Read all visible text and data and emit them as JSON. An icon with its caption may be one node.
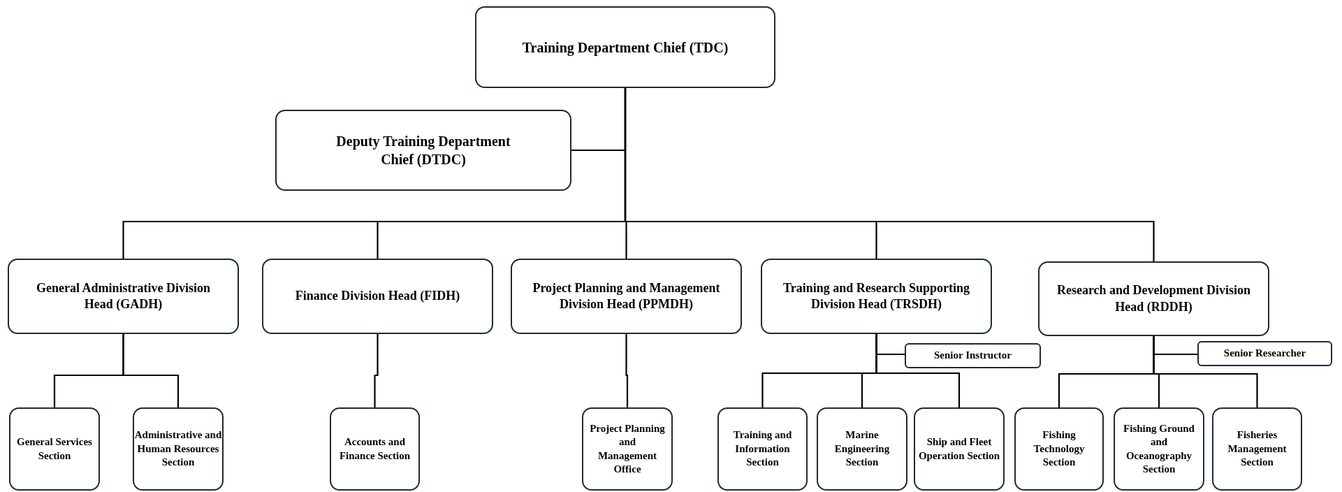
{
  "diagram": {
    "nodes": [
      {
        "text": [
          "Training Department Chief (TDC)"
        ]
      },
      {
        "text": [
          "Deputy Training Department Chief (DTDC)"
        ]
      },
      {
        "text": [
          "General Administrative Division Head (GADH)"
        ]
      },
      {
        "text": [
          "Finance Division Head (FIDH)"
        ]
      },
      {
        "text": [
          "Project Planning and Management Division Head (PPMDH)"
        ]
      },
      {
        "text": [
          "Training and Research Supporting Division Head (TRSDH)"
        ]
      },
      {
        "text": [
          "Research and Development Division Head (RDDH)"
        ]
      },
      {
        "text": [
          "Senior Instructor"
        ]
      },
      {
        "text": [
          "Senior Researcher"
        ]
      },
      {
        "text": [
          "General Services Section"
        ]
      },
      {
        "text": [
          "Administrative and Human Resources Section"
        ]
      },
      {
        "text": [
          "Accounts and Finance Section"
        ]
      },
      {
        "text": [
          "Project Planning and Management Office"
        ]
      },
      {
        "text": [
          "Training and Information Section"
        ]
      },
      {
        "text": [
          "Marine Engineering Section"
        ]
      },
      {
        "text": [
          "Ship and Fleet Operation Section"
        ]
      },
      {
        "text": [
          "Fishing Technology Section"
        ]
      },
      {
        "text": [
          "Fishing Ground and Oceanography Section"
        ]
      },
      {
        "text": [
          "Fisheries Management Section"
        ]
      }
    ],
    "edges": [
      {
        "from": 0,
        "to": 1,
        "arrow": "none"
      },
      {
        "from": 0,
        "to": 2,
        "arrow": "none"
      },
      {
        "from": 0,
        "to": 3,
        "arrow": "none"
      },
      {
        "from": 0,
        "to": 4,
        "arrow": "none"
      },
      {
        "from": 0,
        "to": 5,
        "arrow": "none"
      },
      {
        "from": 0,
        "to": 6,
        "arrow": "none"
      },
      {
        "from": 2,
        "to": 9,
        "arrow": "none"
      },
      {
        "from": 2,
        "to": 10,
        "arrow": "none"
      },
      {
        "from": 3,
        "to": 11,
        "arrow": "none"
      },
      {
        "from": 4,
        "to": 12,
        "arrow": "none"
      },
      {
        "from": 5,
        "to": 7,
        "arrow": "none"
      },
      {
        "from": 5,
        "to": 13,
        "arrow": "none"
      },
      {
        "from": 5,
        "to": 14,
        "arrow": "none"
      },
      {
        "from": 5,
        "to": 15,
        "arrow": "none"
      },
      {
        "from": 6,
        "to": 8,
        "arrow": "none"
      },
      {
        "from": 6,
        "to": 16,
        "arrow": "none"
      },
      {
        "from": 6,
        "to": 17,
        "arrow": "none"
      },
      {
        "from": 6,
        "to": 18,
        "arrow": "none"
      }
    ]
  }
}
